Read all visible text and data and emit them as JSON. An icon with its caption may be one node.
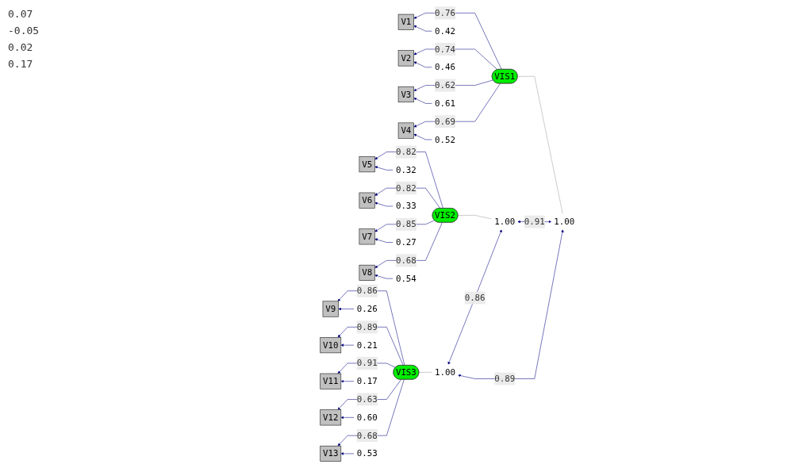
{
  "diagram": {
    "nodes": [
      {
        "text": [
          "V1"
        ]
      },
      {
        "text": [
          "V2"
        ]
      },
      {
        "text": [
          "V3"
        ]
      },
      {
        "text": [
          "V4"
        ]
      },
      {
        "text": [
          "V5"
        ]
      },
      {
        "text": [
          "V6"
        ]
      },
      {
        "text": [
          "V7"
        ]
      },
      {
        "text": [
          "V8"
        ]
      },
      {
        "text": [
          "V9"
        ]
      },
      {
        "text": [
          "V10"
        ]
      },
      {
        "text": [
          "V11"
        ]
      },
      {
        "text": [
          "V12"
        ]
      },
      {
        "text": [
          "V13"
        ]
      },
      {
        "text": [
          "VIS1"
        ]
      },
      {
        "text": [
          "VIS2"
        ]
      },
      {
        "text": [
          "VIS3"
        ]
      },
      {
        "text": [
          "0.42"
        ]
      },
      {
        "text": [
          "0.46"
        ]
      },
      {
        "text": [
          "0.61"
        ]
      },
      {
        "text": [
          "0.52"
        ]
      },
      {
        "text": [
          "0.32"
        ]
      },
      {
        "text": [
          "0.33"
        ]
      },
      {
        "text": [
          "0.27"
        ]
      },
      {
        "text": [
          "0.54"
        ]
      },
      {
        "text": [
          "0.26"
        ]
      },
      {
        "text": [
          "0.21"
        ]
      },
      {
        "text": [
          "0.17"
        ]
      },
      {
        "text": [
          "0.60"
        ]
      },
      {
        "text": [
          "0.53"
        ]
      },
      {
        "text": [
          "1.00"
        ]
      },
      {
        "text": [
          "1.00"
        ]
      },
      {
        "text": [
          "1.00"
        ]
      }
    ],
    "edges": [
      {
        "from": 13,
        "to": 0,
        "arrow": "to",
        "label": "0.76"
      },
      {
        "from": 13,
        "to": 1,
        "arrow": "to",
        "label": "0.74"
      },
      {
        "from": 13,
        "to": 2,
        "arrow": "to",
        "label": "0.62"
      },
      {
        "from": 13,
        "to": 3,
        "arrow": "to",
        "label": "0.69"
      },
      {
        "from": 14,
        "to": 4,
        "arrow": "to",
        "label": "0.82"
      },
      {
        "from": 14,
        "to": 5,
        "arrow": "to",
        "label": "0.82"
      },
      {
        "from": 14,
        "to": 6,
        "arrow": "to",
        "label": "0.85"
      },
      {
        "from": 14,
        "to": 7,
        "arrow": "to",
        "label": "0.68"
      },
      {
        "from": 15,
        "to": 8,
        "arrow": "to",
        "label": "0.86"
      },
      {
        "from": 15,
        "to": 9,
        "arrow": "to",
        "label": "0.89"
      },
      {
        "from": 15,
        "to": 10,
        "arrow": "to",
        "label": "0.91"
      },
      {
        "from": 15,
        "to": 11,
        "arrow": "to",
        "label": "0.63"
      },
      {
        "from": 15,
        "to": 12,
        "arrow": "to",
        "label": "0.68"
      },
      {
        "from": 16,
        "to": 0,
        "arrow": "to"
      },
      {
        "from": 17,
        "to": 1,
        "arrow": "to"
      },
      {
        "from": 18,
        "to": 2,
        "arrow": "to"
      },
      {
        "from": 19,
        "to": 3,
        "arrow": "to"
      },
      {
        "from": 20,
        "to": 4,
        "arrow": "to"
      },
      {
        "from": 21,
        "to": 5,
        "arrow": "to"
      },
      {
        "from": 22,
        "to": 6,
        "arrow": "to"
      },
      {
        "from": 23,
        "to": 7,
        "arrow": "to"
      },
      {
        "from": 24,
        "to": 8,
        "arrow": "to"
      },
      {
        "from": 25,
        "to": 9,
        "arrow": "to"
      },
      {
        "from": 26,
        "to": 10,
        "arrow": "to"
      },
      {
        "from": 27,
        "to": 11,
        "arrow": "to"
      },
      {
        "from": 28,
        "to": 12,
        "arrow": "to"
      },
      {
        "from": 29,
        "to": 13,
        "arrow": "none",
        "color": "#a0a0a0"
      },
      {
        "from": 30,
        "to": 14,
        "arrow": "none",
        "color": "#a0a0a0"
      },
      {
        "from": 31,
        "to": 15,
        "arrow": "none",
        "color": "#a0a0a0"
      },
      {
        "from": 29,
        "to": 30,
        "arrow": "both",
        "label": "0.91"
      },
      {
        "from": 30,
        "to": 31,
        "arrow": "both",
        "label": "0.86"
      },
      {
        "from": 29,
        "to": 31,
        "arrow": "both",
        "label": "0.89"
      }
    ],
    "labels": [
      "0.07",
      "-0.05",
      "0.02",
      "0.17"
    ]
  }
}
